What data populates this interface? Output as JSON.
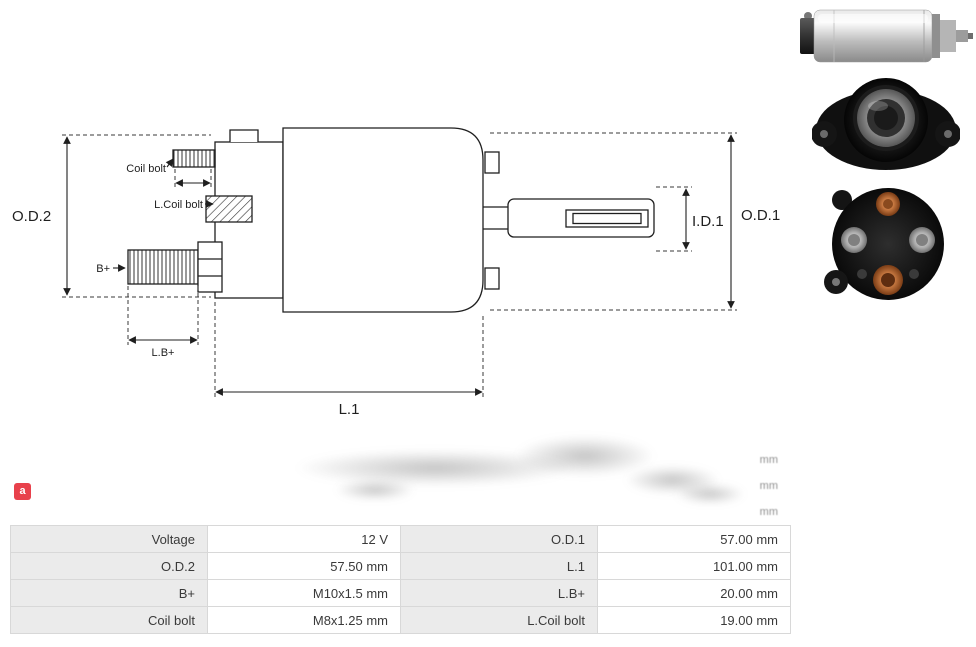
{
  "brand": {
    "logo_letter": "a"
  },
  "diagram": {
    "od2": "O.D.2",
    "od1": "O.D.1",
    "id1": "I.D.1",
    "l1": "L.1",
    "coil_bolt": "Coil bolt",
    "l_coil_bolt": "L.Coil bolt",
    "b_plus": "B+",
    "l_b_plus": "L.B+"
  },
  "images": [
    "solenoid-side-view-photo",
    "solenoid-rear-view-photo",
    "solenoid-terminal-view-photo"
  ],
  "ghost": {
    "units": [
      "mm",
      "mm",
      "mm"
    ]
  },
  "table": {
    "rows": [
      [
        "Voltage",
        "12 V",
        "O.D.1",
        "57.00 mm"
      ],
      [
        "O.D.2",
        "57.50 mm",
        "L.1",
        "101.00 mm"
      ],
      [
        "B+",
        "M10x1.5 mm",
        "L.B+",
        "20.00 mm"
      ],
      [
        "Coil bolt",
        "M8x1.25 mm",
        "L.Coil bolt",
        "19.00 mm"
      ]
    ]
  }
}
